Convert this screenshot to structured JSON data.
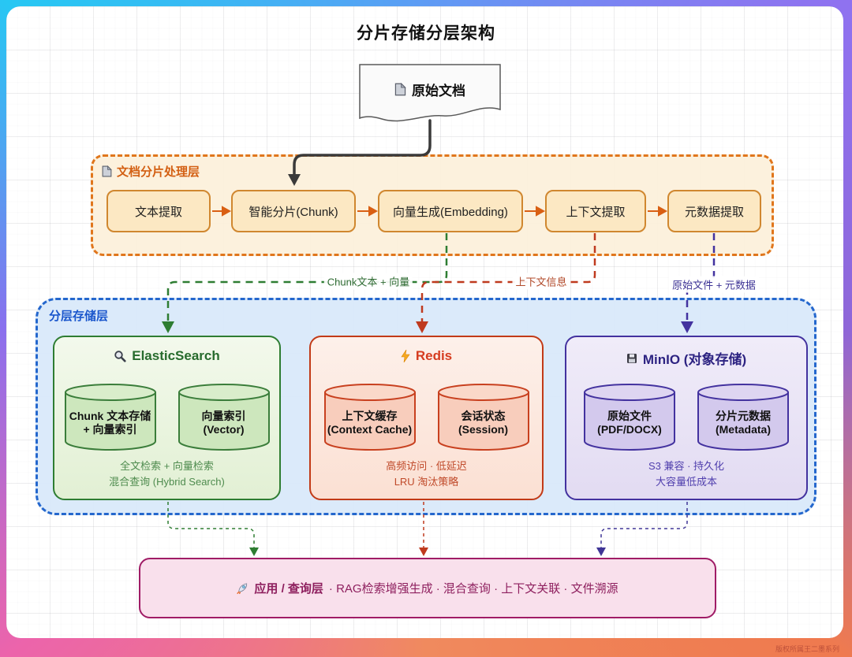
{
  "title": "分片存储分层架构",
  "document_node": {
    "label": "原始文档"
  },
  "process_layer": {
    "label": "文档分片处理层",
    "steps": [
      "文本提取",
      "智能分片(Chunk)",
      "向量生成(Embedding)",
      "上下文提取",
      "元数据提取"
    ]
  },
  "edge_labels": {
    "to_elasticsearch": "Chunk文本 + 向量",
    "to_redis": "上下文信息",
    "to_minio": "原始文件 + 元数据"
  },
  "storage_layer": {
    "label": "分层存储层",
    "cards": [
      {
        "title": "ElasticSearch",
        "icon": "magnifier-icon",
        "cylinders": [
          {
            "text": "Chunk 文本存储\n+ 向量索引"
          },
          {
            "text": "向量索引\n(Vector)"
          }
        ],
        "footer": "全文检索 + 向量检索\n混合查询 (Hybrid Search)",
        "accent": "#2e7d32"
      },
      {
        "title": "Redis",
        "icon": "lightning-icon",
        "cylinders": [
          {
            "text": "上下文缓存\n(Context Cache)"
          },
          {
            "text": "会话状态\n(Session)"
          }
        ],
        "footer": "高频访问 · 低延迟\nLRU 淘汰策略",
        "accent": "#c23a17"
      },
      {
        "title": "MinIO (对象存储)",
        "icon": "storage-icon",
        "cylinders": [
          {
            "text": "原始文件\n(PDF/DOCX)"
          },
          {
            "text": "分片元数据\n(Metadata)"
          }
        ],
        "footer": "S3 兼容 · 持久化\n大容量低成本",
        "accent": "#43329f"
      }
    ]
  },
  "app_layer": {
    "lead": "应用 / 查询层",
    "rest": "· RAG检索增强生成 · 混合查询 · 上下文关联 · 文件溯源"
  },
  "watermark": "版权所属王二墨系列",
  "colors": {
    "process_border": "#e0761c",
    "process_box_fill": "#fce8c3",
    "storage_border": "#2467cd",
    "storage_fill": "#d9e9fa",
    "elasticsearch_accent": "#2e7d32",
    "redis_accent": "#c23a17",
    "minio_accent": "#43329f",
    "app_accent": "#a01c66",
    "app_fill": "#f9e0ec",
    "frame_gradient": [
      "#27c7f3",
      "#8f72f0",
      "#f08a5e",
      "#ec64ab"
    ]
  }
}
